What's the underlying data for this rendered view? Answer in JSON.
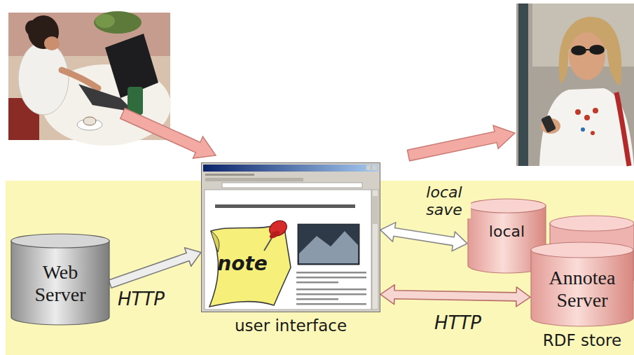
{
  "diagram": {
    "nodes": [
      {
        "text": [
          "Web Server"
        ]
      },
      {
        "text": [
          "user interface"
        ]
      },
      {
        "text": [
          "note"
        ],
        "in": 1
      },
      {
        "text": [
          "local"
        ]
      },
      {
        "text": [
          "Annotea Server",
          "RDF store"
        ]
      }
    ],
    "edges": [
      {
        "from": 0,
        "to": 1,
        "arrow": "to",
        "label": "HTTP"
      },
      {
        "from": 1,
        "to": 3,
        "arrow": "both",
        "label": "local save"
      },
      {
        "from": 1,
        "to": 4,
        "arrow": "both",
        "label": "HTTP"
      }
    ]
  }
}
